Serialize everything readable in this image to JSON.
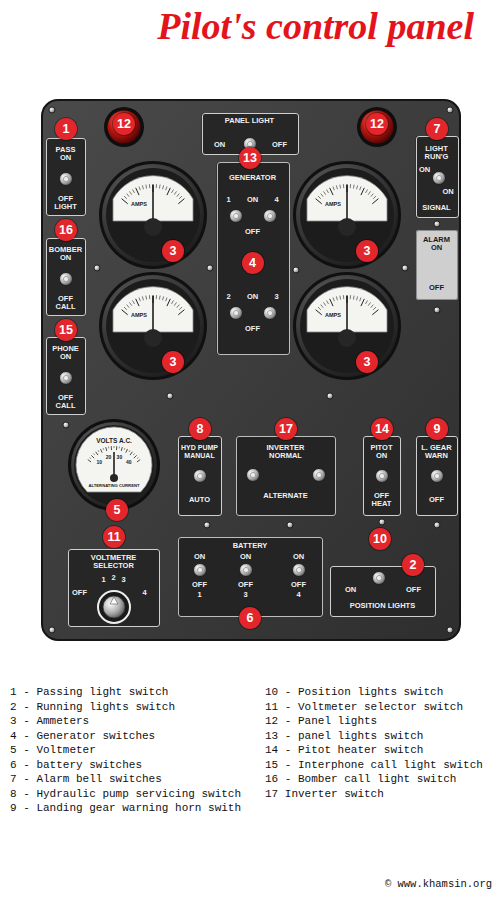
{
  "diagram": {
    "title": "Pilot's control panel",
    "nodes": [
      {
        "text": [
          "1"
        ]
      },
      {
        "text": [
          "12"
        ]
      },
      {
        "text": [
          "PANEL LIGHT",
          "ON",
          "OFF"
        ]
      },
      {
        "text": [
          "12"
        ]
      },
      {
        "text": [
          "7"
        ]
      },
      {
        "text": [
          "PASS ON",
          "OFF LIGHT"
        ]
      },
      {
        "text": [
          "LIGHT RUN'G",
          "ON",
          "ON",
          "SIGNAL"
        ]
      },
      {
        "text": [
          "13"
        ]
      },
      {
        "text": [
          "AMPS"
        ]
      },
      {
        "text": [
          "GENERATOR",
          "1",
          "ON",
          "4",
          "OFF",
          "2",
          "ON",
          "3",
          "OFF"
        ]
      },
      {
        "text": [
          "AMPS"
        ]
      },
      {
        "text": [
          "ALARM ON",
          "OFF"
        ]
      },
      {
        "text": [
          "16"
        ]
      },
      {
        "text": [
          "BOMBER ON",
          "OFF CALL"
        ]
      },
      {
        "text": [
          "3"
        ],
        "in": 8
      },
      {
        "text": [
          "4"
        ],
        "in": 9
      },
      {
        "text": [
          "3"
        ],
        "in": 10
      },
      {
        "text": [
          "AMPS"
        ]
      },
      {
        "text": [
          "AMPS"
        ]
      },
      {
        "text": [
          "15"
        ]
      },
      {
        "text": [
          "PHONE ON",
          "OFF CALL"
        ]
      },
      {
        "text": [
          "3"
        ],
        "in": 17
      },
      {
        "text": [
          "3"
        ],
        "in": 18
      },
      {
        "text": [
          "8"
        ]
      },
      {
        "text": [
          "17"
        ]
      },
      {
        "text": [
          "14"
        ]
      },
      {
        "text": [
          "9"
        ]
      },
      {
        "text": [
          "VOLTS A.C.",
          "10",
          "20",
          "30",
          "40",
          "ALTERNATING CURRENT"
        ]
      },
      {
        "text": [
          "HYD PUMP MANUAL",
          "AUTO"
        ]
      },
      {
        "text": [
          "INVERTER NORMAL",
          "ALTERNATE"
        ]
      },
      {
        "text": [
          "PITOT ON",
          "OFF HEAT"
        ]
      },
      {
        "text": [
          "L. GEAR WARN",
          "OFF"
        ]
      },
      {
        "text": [
          "5"
        ]
      },
      {
        "text": [
          "11"
        ]
      },
      {
        "text": [
          "10"
        ]
      },
      {
        "text": [
          "BATTERY",
          "ON",
          "OFF",
          "1",
          "ON",
          "OFF",
          "3",
          "ON",
          "OFF",
          "4"
        ]
      },
      {
        "text": [
          "2"
        ]
      },
      {
        "text": [
          "VOLTMETRE SELECTOR",
          "1",
          "2",
          "3",
          "OFF",
          "4"
        ]
      },
      {
        "text": [
          "ON",
          "OFF",
          "POSITION LIGHTS"
        ]
      },
      {
        "text": [
          "6"
        ]
      }
    ],
    "labels": [
      "1 - Passing light switch",
      "2 - Running lights switch",
      "3 - Ammeters",
      "4 - Generator switches",
      "5 - Voltmeter",
      "6 - battery switches",
      "7 - Alarm bell switches",
      "8 - Hydraulic pump servicing switch",
      "9 - Landing gear warning horn swith",
      "10 - Position lights switch",
      "11 - Voltmeter selector switch",
      "12 - Panel lights",
      "13 - panel lights switch",
      "14 - Pitot heater switch",
      "15 - Interphone call light switch",
      "16 - Bomber call light switch",
      "17 Inverter switch",
      "© www.khamsin.org"
    ]
  }
}
